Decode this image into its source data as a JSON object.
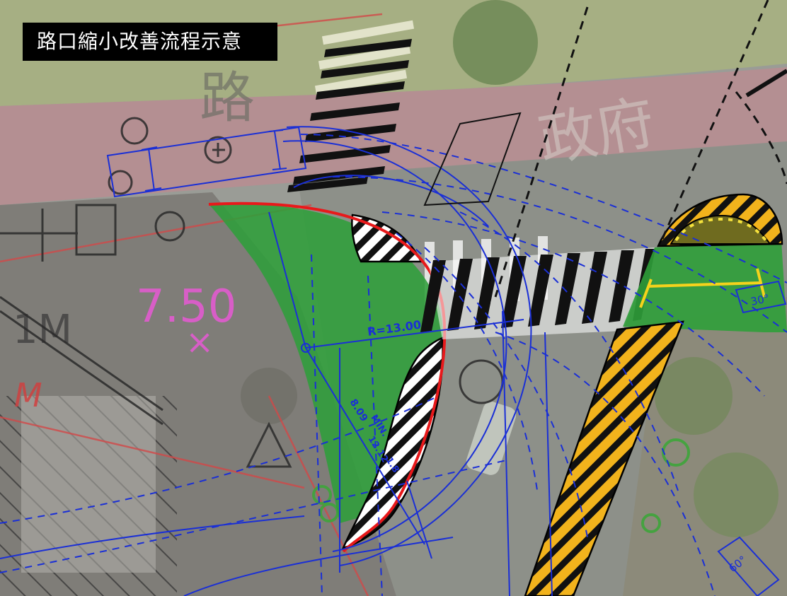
{
  "title": "路口縮小改善流程示意",
  "background_labels": {
    "road_name_char": "路",
    "gov_watermark": "政府",
    "elevation_value": "7.50",
    "elevation_marker": "×",
    "marking_1m": "1M",
    "marking_m": "M"
  },
  "dimensions": {
    "radius_label": "R=13.00",
    "offset_label": "8.09",
    "min_label": "MIN.",
    "extra_label": "12.12",
    "extra_label_2": "1.8"
  },
  "angle_labels": {
    "upper": "30°",
    "lower": "60°"
  },
  "colors": {
    "curb_extension_green": "#2f9e3a",
    "curb_line_red": "#e8191b",
    "cad_blue": "#1a2fd6",
    "island_yellow": "#f2b31c",
    "pink_text": "#e25bd0"
  }
}
